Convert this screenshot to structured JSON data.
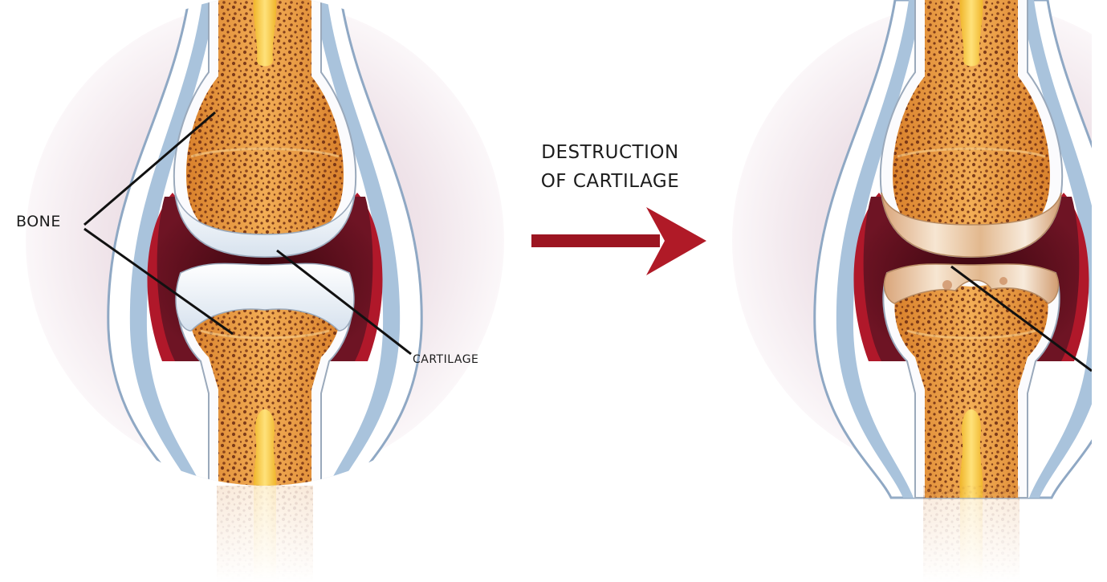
{
  "labels": {
    "bone": "BONE",
    "cartilage": "CARTILAGE",
    "process_line1": "DESTRUCTION",
    "process_line2": "OF CARTILAGE"
  },
  "colors": {
    "bone_fill": "#e89a3c",
    "bone_light": "#f6c877",
    "bone_pores": "#6a2a12",
    "marrow": "#f7cf3c",
    "cartilage": "#f3f7fb",
    "damaged_cartilage": "#eac9a3",
    "joint_space": "#5b0f1c",
    "synovial_red": "#b0182a",
    "capsule_blue": "#a9c3dc",
    "background_disc": "#f1e7ec",
    "arrow": "#9c1521"
  }
}
